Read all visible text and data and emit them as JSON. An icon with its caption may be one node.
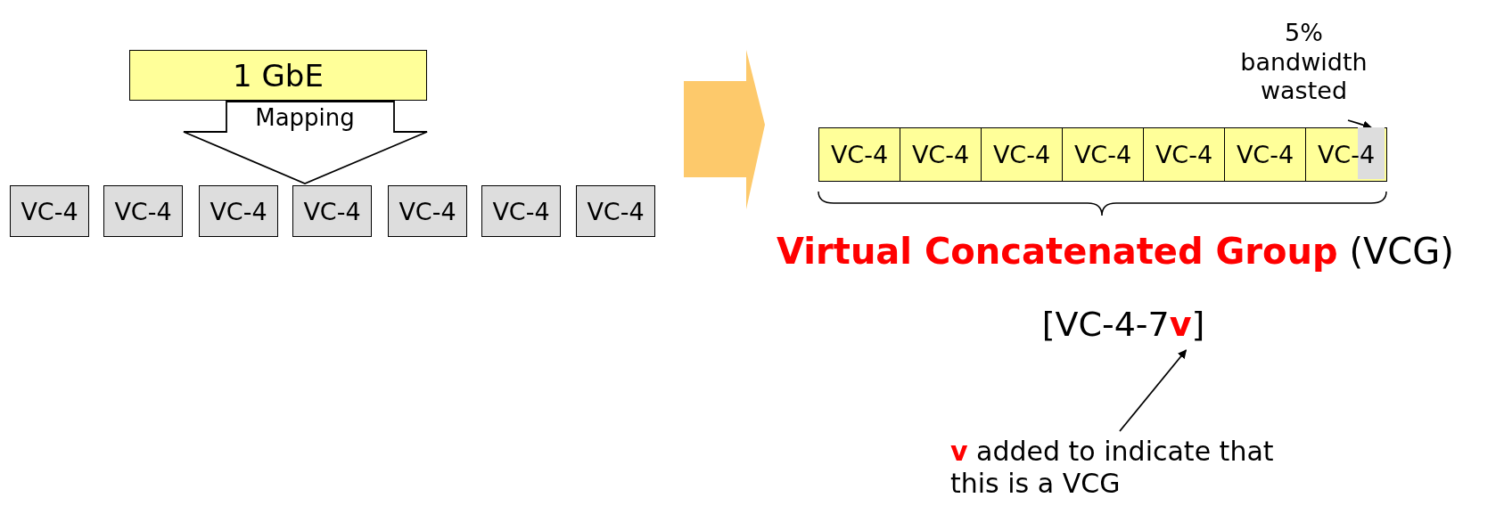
{
  "diagram": {
    "nodes": [
      {
        "text": [
          "1 GbE"
        ]
      },
      {
        "text": [
          "VC-4"
        ]
      },
      {
        "text": [
          "VC-4"
        ]
      },
      {
        "text": [
          "VC-4"
        ]
      },
      {
        "text": [
          "VC-4"
        ]
      },
      {
        "text": [
          "VC-4"
        ]
      },
      {
        "text": [
          "VC-4"
        ]
      },
      {
        "text": [
          "VC-4"
        ]
      },
      {
        "text": [
          "VC-4"
        ]
      },
      {
        "text": [
          "VC-4"
        ]
      },
      {
        "text": [
          "VC-4"
        ]
      },
      {
        "text": [
          "VC-4"
        ]
      },
      {
        "text": [
          "VC-4"
        ]
      },
      {
        "text": [
          "VC-4"
        ]
      },
      {
        "text": [
          "VC-4"
        ]
      },
      {
        "text": [
          "5% bandwidth wasted"
        ]
      },
      {
        "text": [],
        "shape": "box",
        "in": 14
      },
      {
        "text": [
          "[VC-4-7**v**]"
        ]
      },
      {
        "text": [
          "**v** added to indicate that this is a VCG"
        ]
      }
    ],
    "edges": [
      {
        "from": 0,
        "to": 4,
        "arrow": "to",
        "label": "Mapping",
        "style": "thick"
      },
      {
        "from": 15,
        "to": 16,
        "arrow": "to"
      },
      {
        "from": 18,
        "to": 17,
        "arrow": "to"
      }
    ],
    "labels": [
      "**Virtual Concatenated Group** (VCG)"
    ]
  }
}
